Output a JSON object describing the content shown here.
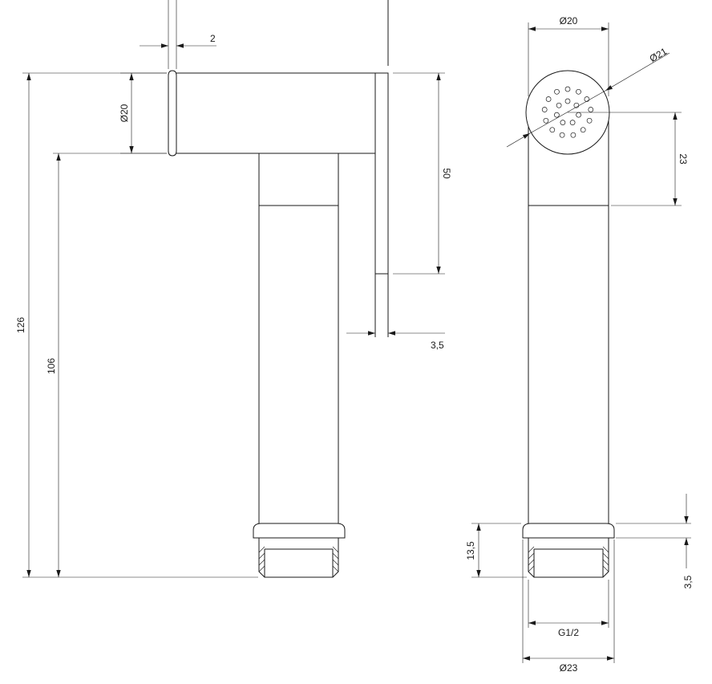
{
  "dimensions": {
    "side_wall_thickness": "2",
    "side_spout_diameter": "Ø20",
    "side_total_height": "126",
    "side_body_height": "106",
    "side_plate_height": "50",
    "side_plate_thickness": "3,5",
    "front_head_diameter": "Ø20",
    "front_spray_diameter": "Ø21",
    "front_head_height": "23",
    "front_base_height": "13,5",
    "front_base_offset": "3,5",
    "front_thread": "G1/2",
    "front_base_diameter": "Ø23"
  }
}
